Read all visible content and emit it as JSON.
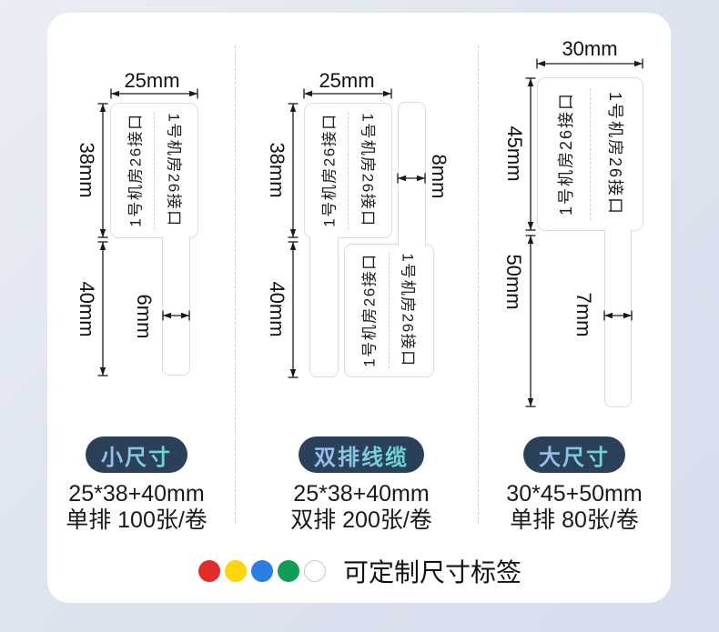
{
  "colors": {
    "page_background": "#dee4ef",
    "card_background": "#ffffff",
    "badge_bg": "#2b4059",
    "badge_text_start": "#9db9f2",
    "badge_text_end": "#62dccf",
    "dimension_line": "#1a1a1a",
    "label_outline": "#dcdcdc"
  },
  "diagrams": [
    {
      "name": "small-size",
      "label_text": "1号机房26接口",
      "dims": {
        "width": "25mm",
        "height": "38mm",
        "tail_length": "40mm",
        "tail_width": "6mm"
      },
      "badge": "小尺寸",
      "spec_size": "25*38+40mm",
      "spec_pack": "单排 100张/卷"
    },
    {
      "name": "double-row-cable",
      "label_text": "1号机房26接口",
      "dims": {
        "width": "25mm",
        "height": "38mm",
        "tail_length": "40mm",
        "tail_width": "8mm"
      },
      "badge": "双排线缆",
      "spec_size": "25*38+40mm",
      "spec_pack": "双排 200张/卷"
    },
    {
      "name": "large-size",
      "label_text": "1号机房26接口",
      "dims": {
        "width": "30mm",
        "height": "45mm",
        "tail_length": "50mm",
        "tail_width": "7mm"
      },
      "badge": "大尺寸",
      "spec_size": "30*45+50mm",
      "spec_pack": "单排 80张/卷"
    }
  ],
  "footer": {
    "text": "可定制尺寸标签",
    "dot_colors": [
      "#e02c2c",
      "#ffd60a",
      "#2a7de1",
      "#0f9d58",
      "#ffffff"
    ]
  }
}
